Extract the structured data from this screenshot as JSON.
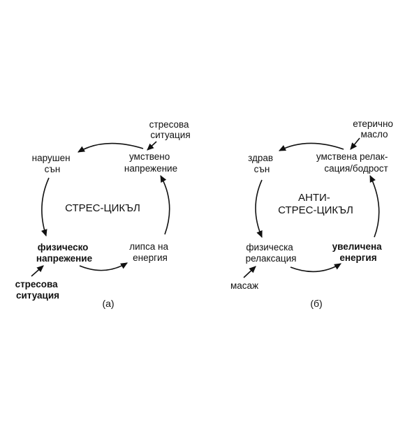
{
  "diagrams": [
    {
      "caption": "(а)",
      "center_title": "СТРЕС-ЦИКЪЛ",
      "nodes": {
        "top_right": [
          "умствено",
          "напрежение"
        ],
        "top_left": [
          "нарушен",
          "сън"
        ],
        "bottom_left": [
          "физическо",
          "напрежение"
        ],
        "bottom_right": [
          "липса на",
          "енергия"
        ]
      },
      "inputs": {
        "top": [
          "стресова",
          "ситуация"
        ],
        "bottom": [
          "стресова",
          "ситуация"
        ]
      }
    },
    {
      "caption": "(б)",
      "center_title": [
        "АНТИ-",
        "СТРЕС-ЦИКЪЛ"
      ],
      "nodes": {
        "top_right": [
          "умствена релак-",
          "сация/бодрост"
        ],
        "top_left": [
          "здрав",
          "сън"
        ],
        "bottom_left": [
          "физическа",
          "релаксация"
        ],
        "bottom_right": [
          "увеличена",
          "енергия"
        ]
      },
      "inputs": {
        "top": [
          "етерично",
          "масло"
        ],
        "bottom": [
          "масаж"
        ]
      }
    }
  ]
}
